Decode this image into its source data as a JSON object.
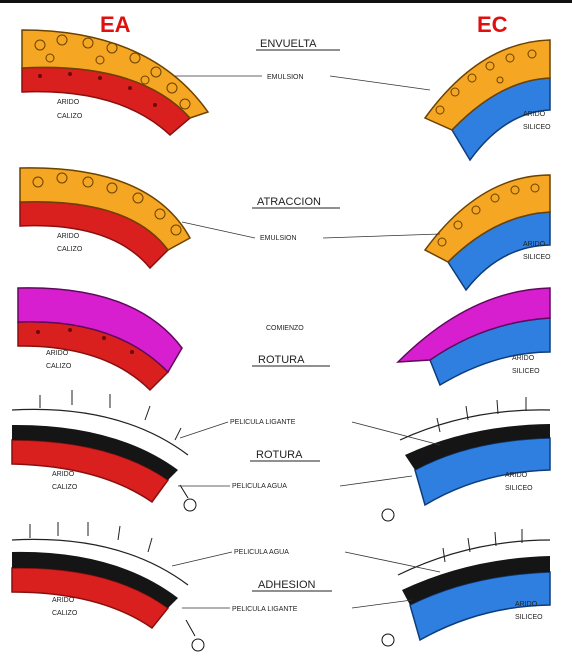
{
  "headers": {
    "left": "EA",
    "right": "EC"
  },
  "colors": {
    "orange": "#f5a623",
    "red": "#d9201f",
    "blue": "#2f7fe0",
    "magenta": "#d81fd0",
    "black": "#151515",
    "header": "#e01010"
  },
  "panels": [
    {
      "stage": "ENVUELTA",
      "connector": "EMULSION",
      "left_aggregate": [
        "ARIDO",
        "CALIZO"
      ],
      "right_aggregate": [
        "ARIDO",
        "SILICEO"
      ]
    },
    {
      "stage": "ATRACCION",
      "connector": "EMULSION",
      "left_aggregate": [
        "ARIDO",
        "CALIZO"
      ],
      "right_aggregate": [
        "ARIDO",
        "SILICEO"
      ]
    },
    {
      "stage": "ROTURA",
      "subtitle": "COMIENZO",
      "left_aggregate": [
        "ARIDO",
        "CALIZO"
      ],
      "right_aggregate": [
        "ARIDO",
        "SILICEO"
      ]
    },
    {
      "stage": "ROTURA",
      "film_top": "PELICULA LIGANTE",
      "film_bottom": "PELICULA AGUA",
      "left_aggregate": [
        "ARIDO",
        "CALIZO"
      ],
      "right_aggregate": [
        "ARIDO",
        "SILICEO"
      ]
    },
    {
      "stage": "ADHESION",
      "film_top": "PELICULA AGUA",
      "film_bottom": "PELICULA LIGANTE",
      "left_aggregate": [
        "ARIDO",
        "CALIZO"
      ],
      "right_aggregate": [
        "ARIDO",
        "SILICEO"
      ]
    }
  ]
}
